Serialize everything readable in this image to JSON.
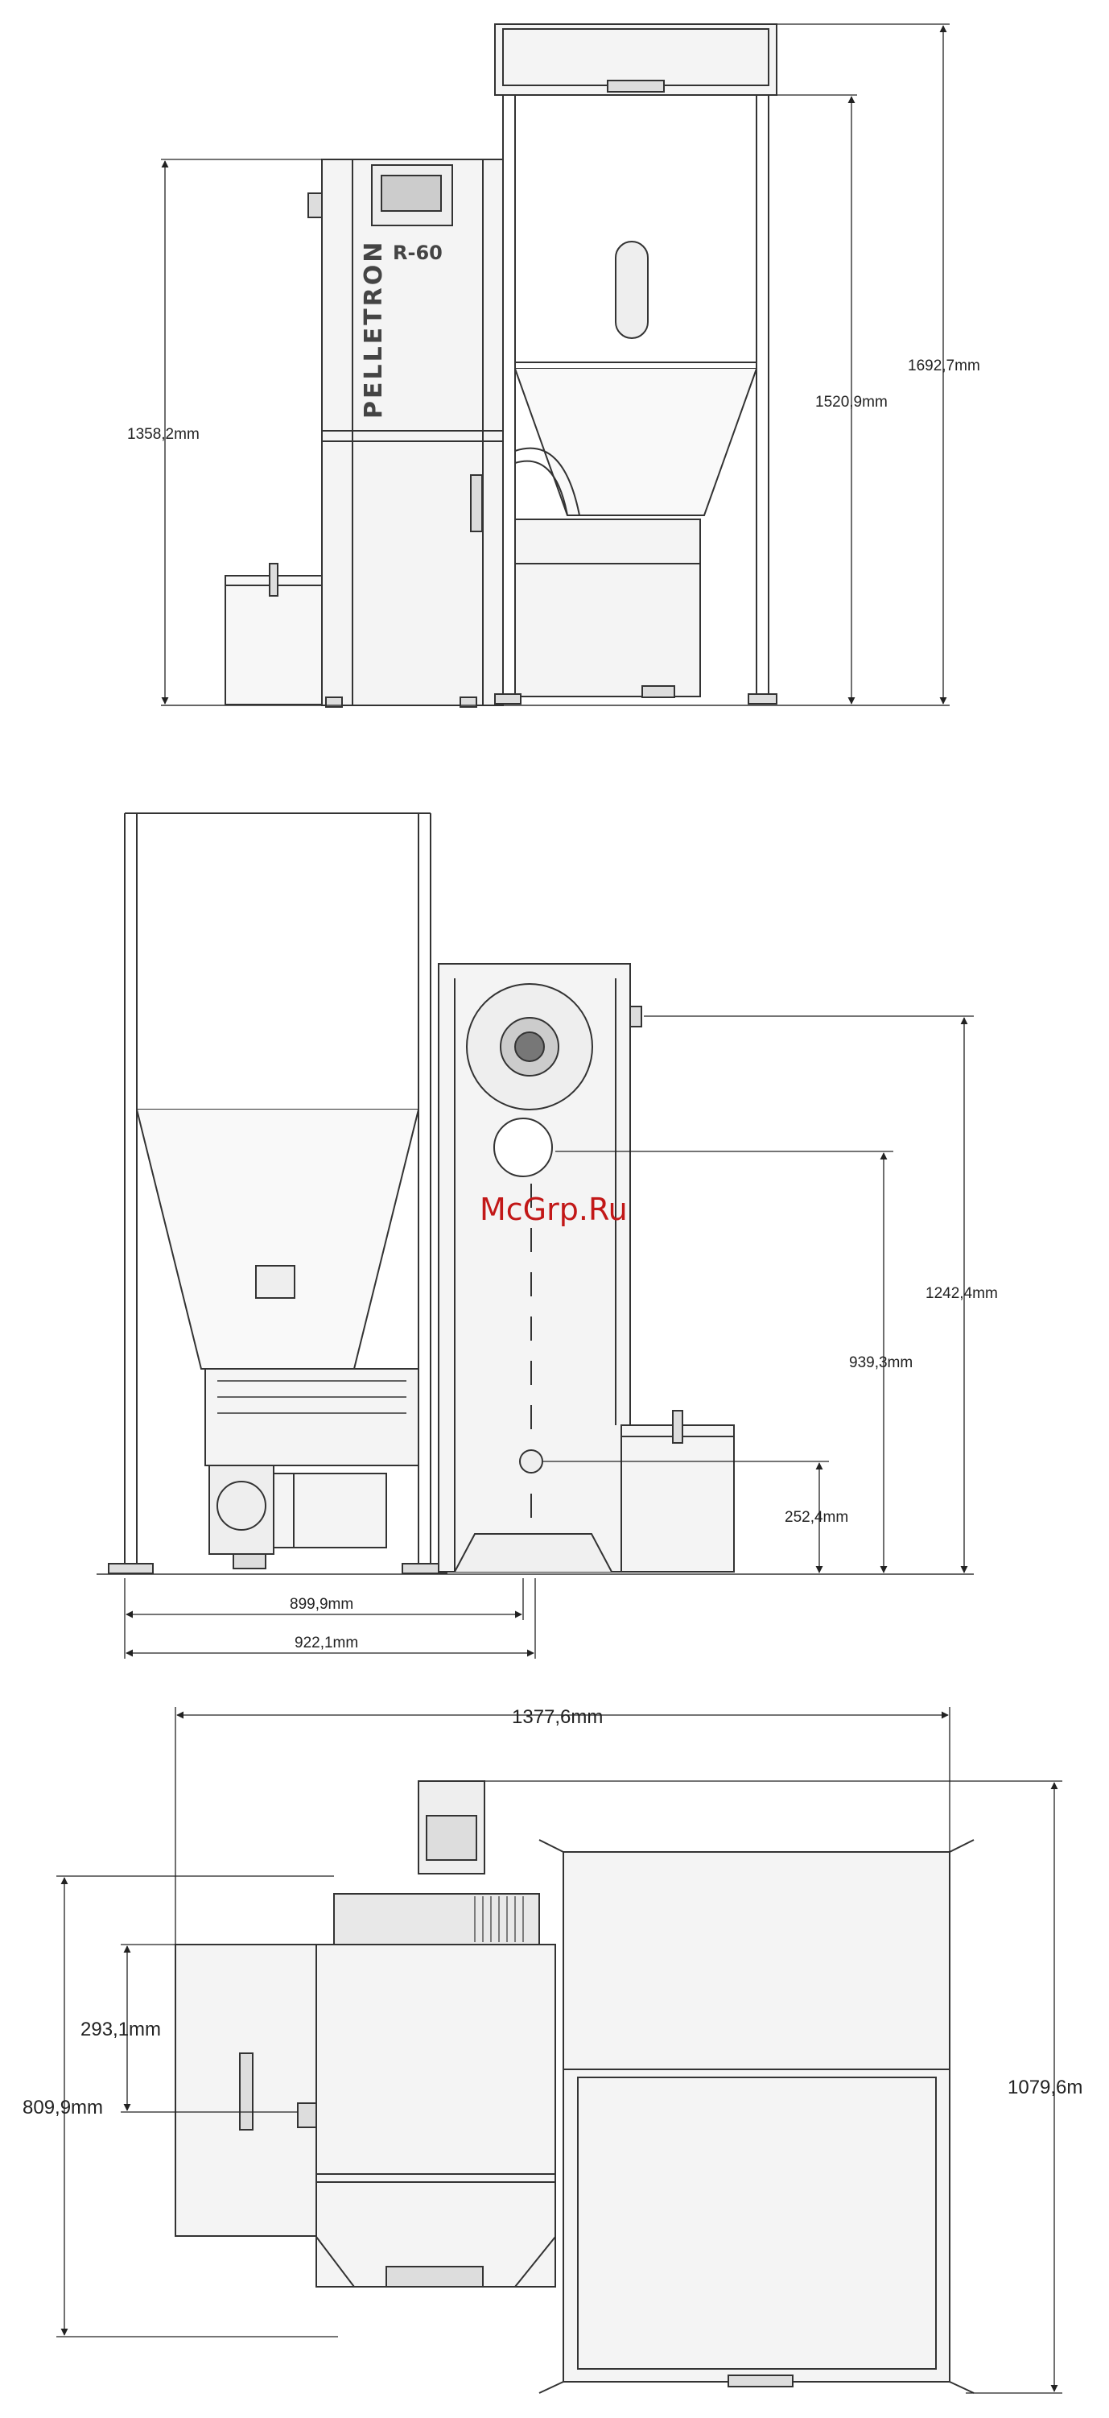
{
  "watermark": "McGrp.Ru",
  "front_view": {
    "brand_label": "PELLETRON",
    "model_label": "R-60",
    "dims": {
      "boiler_height": "1358,2mm",
      "hopper_height": "1520,9mm",
      "total_height": "1692,7mm"
    }
  },
  "side_view": {
    "dims": {
      "flue_height": "1242,4mm",
      "flue_center_height": "939,3mm",
      "inlet_height": "252,4mm",
      "width_a": "899,9mm",
      "width_b": "922,1mm"
    }
  },
  "top_view": {
    "dims": {
      "overall_width": "1377,6mm",
      "overall_depth": "1079,6m",
      "boiler_depth": "809,9mm",
      "flue_offset": "293,1mm"
    }
  }
}
